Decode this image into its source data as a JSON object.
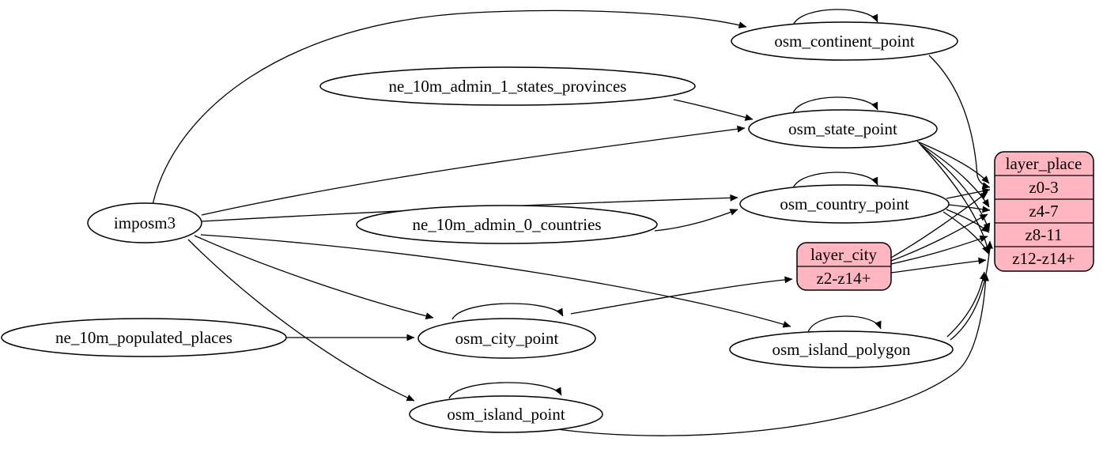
{
  "diagram": {
    "type": "etl-graph",
    "colors": {
      "node_fill": "#ffffff",
      "node_stroke": "#000000",
      "record_fill": "#ffb6c1",
      "record_stroke": "#000000",
      "edge": "#000000"
    },
    "nodes": {
      "imposm3": {
        "label": "imposm3",
        "shape": "ellipse"
      },
      "ne_10m_admin_1_states_provinces": {
        "label": "ne_10m_admin_1_states_provinces",
        "shape": "ellipse"
      },
      "ne_10m_admin_0_countries": {
        "label": "ne_10m_admin_0_countries",
        "shape": "ellipse"
      },
      "ne_10m_populated_places": {
        "label": "ne_10m_populated_places",
        "shape": "ellipse"
      },
      "osm_continent_point": {
        "label": "osm_continent_point",
        "shape": "ellipse"
      },
      "osm_state_point": {
        "label": "osm_state_point",
        "shape": "ellipse"
      },
      "osm_country_point": {
        "label": "osm_country_point",
        "shape": "ellipse"
      },
      "osm_city_point": {
        "label": "osm_city_point",
        "shape": "ellipse"
      },
      "osm_island_polygon": {
        "label": "osm_island_polygon",
        "shape": "ellipse"
      },
      "osm_island_point": {
        "label": "osm_island_point",
        "shape": "ellipse"
      },
      "layer_city": {
        "label": "layer_city",
        "shape": "record",
        "rows": [
          "z2-z14+"
        ]
      },
      "layer_place": {
        "label": "layer_place",
        "shape": "record",
        "rows": [
          "z0-3",
          "z4-7",
          "z8-11",
          "z12-z14+"
        ]
      }
    },
    "edges": [
      {
        "from": "imposm3",
        "to": "osm_continent_point"
      },
      {
        "from": "imposm3",
        "to": "osm_state_point"
      },
      {
        "from": "imposm3",
        "to": "osm_country_point"
      },
      {
        "from": "imposm3",
        "to": "osm_city_point"
      },
      {
        "from": "imposm3",
        "to": "osm_island_polygon"
      },
      {
        "from": "imposm3",
        "to": "osm_island_point"
      },
      {
        "from": "ne_10m_admin_1_states_provinces",
        "to": "osm_state_point"
      },
      {
        "from": "ne_10m_admin_0_countries",
        "to": "osm_country_point"
      },
      {
        "from": "ne_10m_populated_places",
        "to": "osm_city_point"
      },
      {
        "from": "osm_continent_point",
        "to": "osm_continent_point"
      },
      {
        "from": "osm_state_point",
        "to": "osm_state_point"
      },
      {
        "from": "osm_country_point",
        "to": "osm_country_point"
      },
      {
        "from": "osm_city_point",
        "to": "osm_city_point"
      },
      {
        "from": "osm_island_polygon",
        "to": "osm_island_polygon"
      },
      {
        "from": "osm_island_point",
        "to": "osm_island_point"
      },
      {
        "from": "osm_continent_point",
        "to": "layer_place",
        "to_port": "z0-3"
      },
      {
        "from": "osm_state_point",
        "to": "layer_place",
        "to_port": "z0-3"
      },
      {
        "from": "osm_state_point",
        "to": "layer_place",
        "to_port": "z4-7"
      },
      {
        "from": "osm_state_point",
        "to": "layer_place",
        "to_port": "z8-11"
      },
      {
        "from": "osm_state_point",
        "to": "layer_place",
        "to_port": "z12-z14+"
      },
      {
        "from": "osm_country_point",
        "to": "layer_place",
        "to_port": "z0-3"
      },
      {
        "from": "osm_country_point",
        "to": "layer_place",
        "to_port": "z4-7"
      },
      {
        "from": "osm_country_point",
        "to": "layer_place",
        "to_port": "z8-11"
      },
      {
        "from": "osm_country_point",
        "to": "layer_place",
        "to_port": "z12-z14+"
      },
      {
        "from": "osm_city_point",
        "to": "layer_city",
        "to_port": "z2-z14+"
      },
      {
        "from": "layer_city",
        "from_port": "z2-z14+",
        "to": "layer_place",
        "to_port": "z0-3"
      },
      {
        "from": "layer_city",
        "from_port": "z2-z14+",
        "to": "layer_place",
        "to_port": "z4-7"
      },
      {
        "from": "layer_city",
        "from_port": "z2-z14+",
        "to": "layer_place",
        "to_port": "z8-11"
      },
      {
        "from": "layer_city",
        "from_port": "z2-z14+",
        "to": "layer_place",
        "to_port": "z12-z14+"
      },
      {
        "from": "osm_island_polygon",
        "to": "layer_place",
        "to_port": "z8-11"
      },
      {
        "from": "osm_island_polygon",
        "to": "layer_place",
        "to_port": "z12-z14+"
      },
      {
        "from": "osm_island_point",
        "to": "layer_place",
        "to_port": "z12-z14+"
      }
    ]
  }
}
